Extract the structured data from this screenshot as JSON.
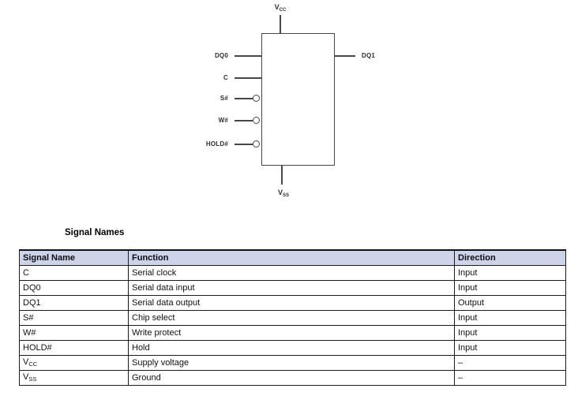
{
  "diagram": {
    "top_pin": {
      "base": "V",
      "sub": "CC"
    },
    "bottom_pin": {
      "base": "V",
      "sub": "SS"
    },
    "left_pins": [
      {
        "label": "DQ0",
        "bubble": false
      },
      {
        "label": "C",
        "bubble": false
      },
      {
        "label": "S#",
        "bubble": true
      },
      {
        "label": "W#",
        "bubble": true
      },
      {
        "label": "HOLD#",
        "bubble": true
      }
    ],
    "right_pins": [
      {
        "label": "DQ1"
      }
    ]
  },
  "table": {
    "title": "Signal Names",
    "headers": [
      "Signal Name",
      "Function",
      "Direction"
    ],
    "rows": [
      {
        "signal": "C",
        "signal_sub": "",
        "function": "Serial clock",
        "direction": "Input"
      },
      {
        "signal": "DQ0",
        "signal_sub": "",
        "function": "Serial data input",
        "direction": "Input"
      },
      {
        "signal": "DQ1",
        "signal_sub": "",
        "function": "Serial data output",
        "direction": "Output"
      },
      {
        "signal": "S#",
        "signal_sub": "",
        "function": "Chip select",
        "direction": "Input"
      },
      {
        "signal": "W#",
        "signal_sub": "",
        "function": "Write protect",
        "direction": "Input"
      },
      {
        "signal": "HOLD#",
        "signal_sub": "",
        "function": "Hold",
        "direction": "Input"
      },
      {
        "signal": "V",
        "signal_sub": "CC",
        "function": "Supply voltage",
        "direction": "–"
      },
      {
        "signal": "V",
        "signal_sub": "SS",
        "function": "Ground",
        "direction": "–"
      }
    ],
    "colors": {
      "header_bg": "#cdd3e8",
      "border": "#1c1c1c"
    }
  }
}
